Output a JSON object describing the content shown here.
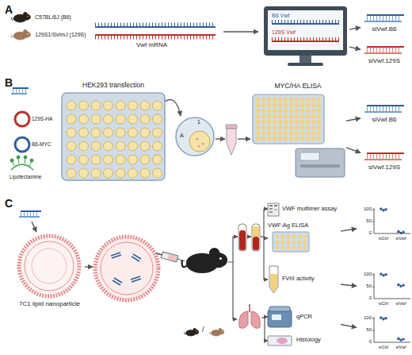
{
  "diagram": {
    "nodes": [
      {
        "text": [
          "B6 Vwf",
          "129S Vwf"
        ]
      },
      {
        "text": [
          "siVwf.B6"
        ]
      },
      {
        "text": [
          "siVwf.129S"
        ]
      },
      {
        "text": [
          "HEK293 transfection"
        ]
      },
      {
        "text": [
          "MYC/HA ELISA"
        ]
      },
      {
        "text": [
          "siVwf.B6"
        ]
      },
      {
        "text": [
          "siVwf.129S"
        ]
      },
      {
        "text": [
          "7C1 lipid nanoparticle"
        ]
      },
      {
        "text": [
          "VWF multimer assay"
        ]
      },
      {
        "text": [
          "VWF:Ag ELISA"
        ]
      },
      {
        "text": [
          "FVIII activity"
        ]
      },
      {
        "text": [
          "qPCR"
        ]
      },
      {
        "text": [
          "Histology"
        ]
      },
      {
        "text": [
          "100",
          "50",
          "0",
          "siCtrl",
          "siVwf"
        ]
      },
      {
        "text": [
          "100",
          "50",
          "0",
          "siCtrl",
          "siVwf"
        ]
      },
      {
        "text": [
          "100",
          "50",
          "0",
          "siCtrl",
          "siVwf"
        ]
      }
    ],
    "edges": [
      {
        "from": 0,
        "to": 1,
        "arrow": "to"
      },
      {
        "from": 0,
        "to": 2,
        "arrow": "to"
      },
      {
        "from": 4,
        "to": 5,
        "arrow": "to"
      },
      {
        "from": 4,
        "to": 6,
        "arrow": "to"
      },
      {
        "from": 9,
        "to": 13,
        "arrow": "to"
      },
      {
        "from": 10,
        "to": 14,
        "arrow": "to"
      },
      {
        "from": 11,
        "to": 15,
        "arrow": "to"
      }
    ],
    "labels": [
      "A",
      "C57BL/6J (B6)",
      "129S1/SvImJ (129S)",
      "Vwf mRNA",
      "B",
      "129S-HA",
      "B6-MYC",
      "Lipofectamine",
      "1",
      "A",
      "C",
      "/"
    ]
  }
}
